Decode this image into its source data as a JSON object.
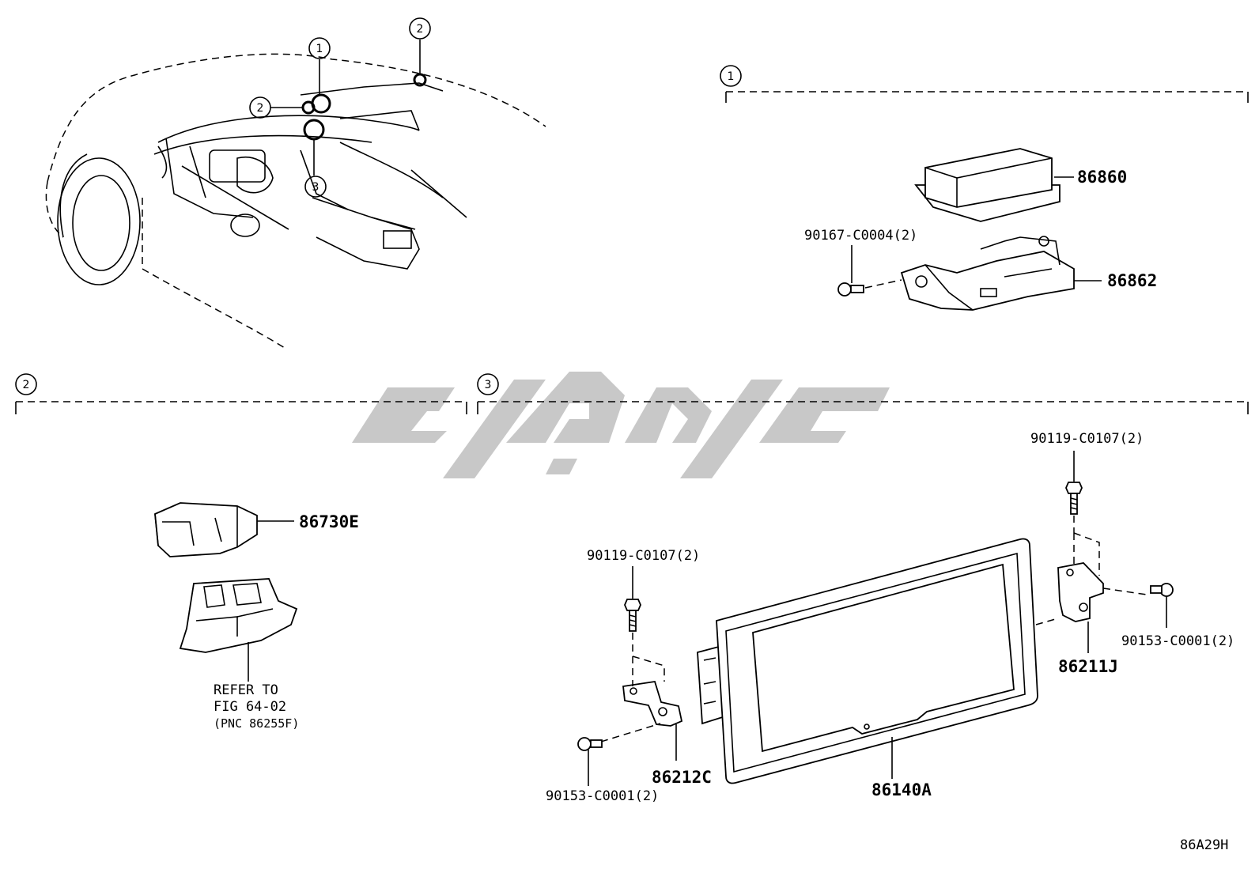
{
  "diagram_id": "86A29H",
  "callouts": {
    "c1": "1",
    "c2": "2",
    "c3": "3"
  },
  "parts": {
    "p86860": "86860",
    "p86862": "86862",
    "bolt_90167": "90167-C0004(2)",
    "p86730E": "86730E",
    "refer_line1": "REFER TO",
    "refer_line2": "FIG 64-02",
    "refer_line3": "(PNC 86255F)",
    "bolt_90119_right": "90119-C0107(2)",
    "bolt_90119_left": "90119-C0107(2)",
    "bolt_90153_right": "90153-C0001(2)",
    "bolt_90153_left": "90153-C0001(2)",
    "p86211J": "86211J",
    "p86212C": "86212C",
    "p86140A": "86140A"
  },
  "watermark": {
    "color": "#c8c8c8"
  }
}
